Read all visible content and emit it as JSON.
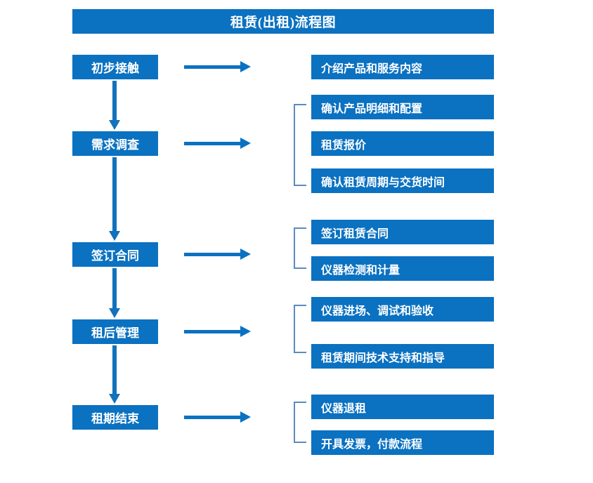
{
  "title": "租赁(出租)流程图",
  "colors": {
    "primary": "#0b71c1",
    "arrow": "#1272bb",
    "bracket": "#5b8bc0",
    "text_on_primary": "#ffffff",
    "background": "#ffffff"
  },
  "stages": [
    {
      "label": "初步接触"
    },
    {
      "label": "需求调查"
    },
    {
      "label": "签订合同"
    },
    {
      "label": "租后管理"
    },
    {
      "label": "租期结束"
    }
  ],
  "details": [
    {
      "label": "介绍产品和服务内容"
    },
    {
      "label": "确认产品明细和配置"
    },
    {
      "label": "租赁报价"
    },
    {
      "label": "确认租赁周期与交货时间"
    },
    {
      "label": "签订租赁合同"
    },
    {
      "label": "仪器检测和计量"
    },
    {
      "label": "仪器进场、调试和验收"
    },
    {
      "label": "租赁期间技术支持和指导"
    },
    {
      "label": "仪器退租"
    },
    {
      "label": "开具发票，付款流程"
    }
  ],
  "groups": [
    {
      "stage": "初步接触",
      "details": [
        "介绍产品和服务内容"
      ],
      "bracketed": false
    },
    {
      "stage": "需求调查",
      "details": [
        "确认产品明细和配置",
        "租赁报价",
        "确认租赁周期与交货时间"
      ],
      "bracketed": true
    },
    {
      "stage": "签订合同",
      "details": [
        "签订租赁合同",
        "仪器检测和计量"
      ],
      "bracketed": true
    },
    {
      "stage": "租后管理",
      "details": [
        "仪器进场、调试和验收",
        "租赁期间技术支持和指导"
      ],
      "bracketed": true
    },
    {
      "stage": "租期结束",
      "details": [
        "仪器退租",
        "开具发票，付款流程"
      ],
      "bracketed": true
    }
  ]
}
